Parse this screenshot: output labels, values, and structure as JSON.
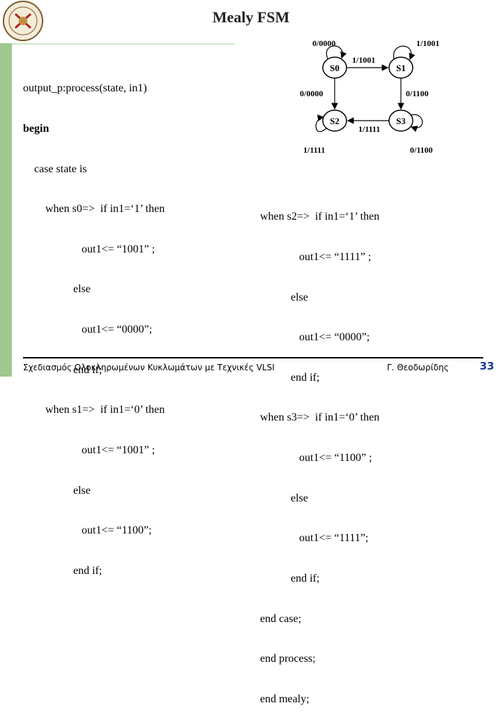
{
  "slide": {
    "title": "Mealy FSM",
    "footer_left": "Σχεδιασμός Ολοκληρωμένων Κυκλωμάτων με Τεχνικές VLSI",
    "footer_right": "Γ. Θεοδωρίδης",
    "page_number": "33"
  },
  "code_left": [
    "output_p:process(state, in1)",
    "begin",
    "    case state is",
    "        when s0=>  if in1=‘1’ then",
    "                     out1<= “1001” ;",
    "                  else",
    "                     out1<= “0000”;",
    "                  end if;",
    "        when s1=>  if in1=‘0’ then",
    "                     out1<= “1001” ;",
    "                  else",
    "                     out1<= “1100”;",
    "                  end if;"
  ],
  "code_right": [
    "when s2=>  if in1=‘1’ then",
    "              out1<= “1111” ;",
    "           else",
    "              out1<= “0000”;",
    "           end if;",
    "when s3=>  if in1=‘0’ then",
    "              out1<= “1100” ;",
    "           else",
    "              out1<= “1111”;",
    "           end if;",
    "end case;",
    "end process;",
    "end mealy;"
  ],
  "fsm": {
    "states": [
      "S0",
      "S1",
      "S2",
      "S3"
    ],
    "labels": {
      "s0_self": "0/0000",
      "s1_self": "1/1001",
      "s0_s1": "1/1001",
      "s0_s2": "0/0000",
      "s1_s3": "0/1100",
      "s3_s2": "1/1111",
      "s2_self": "1/1111",
      "s3_self": "0/1100"
    }
  }
}
